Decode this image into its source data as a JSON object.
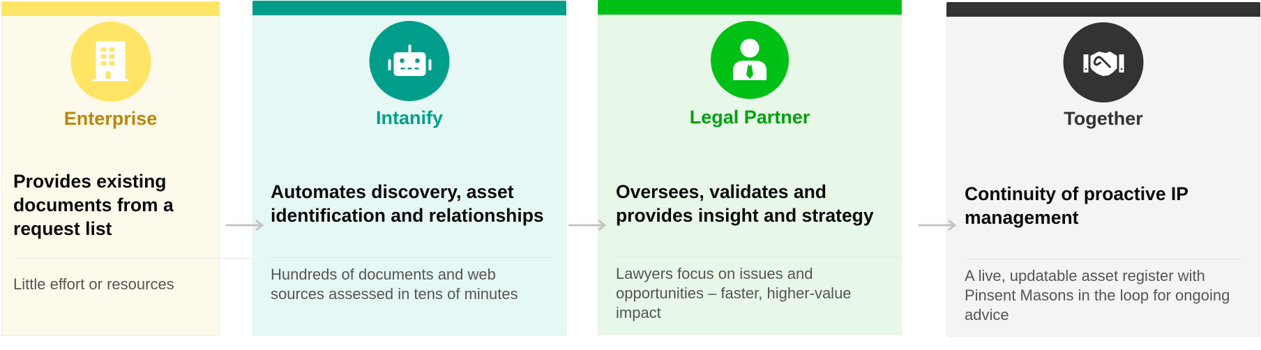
{
  "cards": [
    {
      "title": "Enterprise",
      "heading": "Provides existing documents from a request list",
      "description": "Little effort or resources",
      "icon": "building-icon",
      "colors": {
        "accent": "#ffe566",
        "title": "#b8860b",
        "background": "#fefaeb"
      }
    },
    {
      "title": "Intanify",
      "heading": "Automates discovery, asset identification and relationships",
      "description": "Hundreds of documents and web sources assessed in tens of minutes",
      "icon": "robot-icon",
      "colors": {
        "accent": "#009e8a",
        "title": "#00a08a",
        "background": "#e6f8f5"
      }
    },
    {
      "title": "Legal Partner",
      "heading": "Oversees, validates and provides insight and strategy",
      "description": "Lawyers focus on issues and opportunities – faster, higher-value impact",
      "icon": "lawyer-icon",
      "colors": {
        "accent": "#00c016",
        "title": "#00a010",
        "background": "#e7f7e8"
      }
    },
    {
      "title": "Together",
      "heading": "Continuity of proactive IP management",
      "description": "A live, updatable asset register with Pinsent Masons in the loop for ongoing advice",
      "icon": "handshake-icon",
      "colors": {
        "accent": "#333333",
        "title": "#333333",
        "background": "#f4f4f4"
      }
    }
  ],
  "arrow_color": "#c4c4c4"
}
